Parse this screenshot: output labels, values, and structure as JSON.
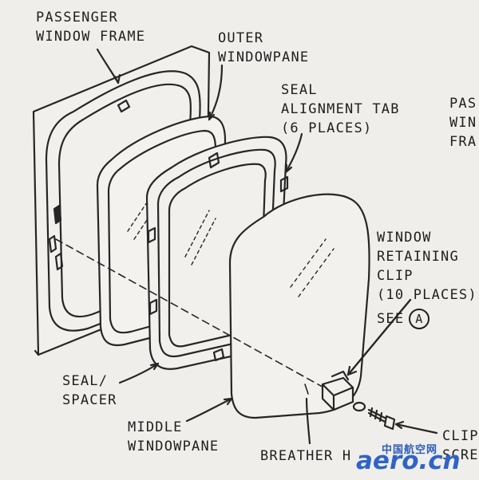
{
  "labels": {
    "passenger_window_frame": [
      "PASSENGER",
      "WINDOW FRAME"
    ],
    "outer_windowpane": [
      "OUTER",
      "WINDOWPANE"
    ],
    "seal_alignment_tab": [
      "SEAL",
      "ALIGNMENT TAB",
      "(6 PLACES)"
    ],
    "cut_off_right": [
      "PAS",
      "WIN",
      "FRA"
    ],
    "window_retaining_clip": [
      "WINDOW",
      "RETAINING",
      "CLIP",
      "(10 PLACES)"
    ],
    "see": "SEE",
    "see_ref": "A",
    "seal_spacer": [
      "SEAL/",
      "SPACER"
    ],
    "middle_windowpane": [
      "MIDDLE",
      "WINDOWPANE"
    ],
    "breather_hole": "BREATHER H",
    "clip_screw": [
      "CLIP",
      "SCRE"
    ]
  },
  "watermark": {
    "chinese": "中国航空网",
    "brand": "aero.cn",
    "color": "#2f63c7"
  }
}
